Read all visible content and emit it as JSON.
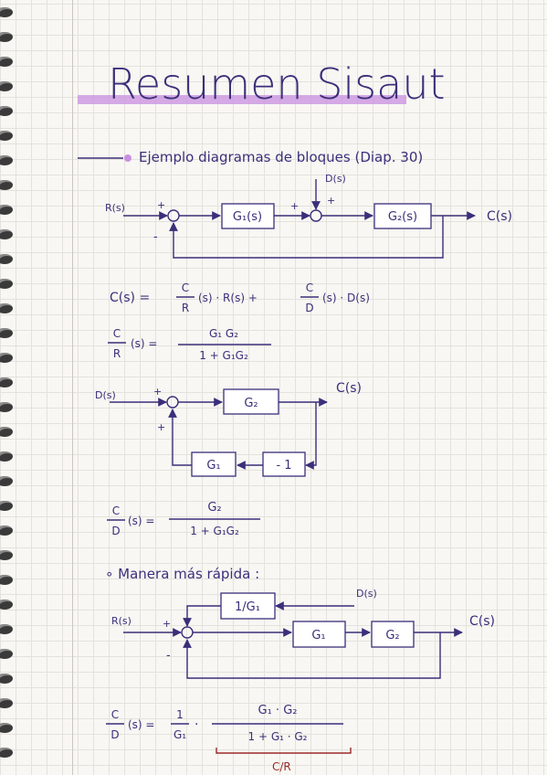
{
  "title": "Resumen Sisaut",
  "section_heading": "Ejemplo diagramas de bloques (Diap. 30)",
  "diagram1": {
    "input": "R(s)",
    "disturbance": "D(s)",
    "output": "C(s)",
    "block1": "G₁(s)",
    "block2": "G₂(s)",
    "sign_plus_1": "+",
    "sign_minus_1": "-",
    "sign_plus_2": "+",
    "sign_plus_3": "+"
  },
  "eq1": {
    "lhs": "C(s) =",
    "t1_num": "C",
    "t1_den": "R",
    "t1_rest": "(s) · R(s)  +",
    "t2_num": "C",
    "t2_den": "D",
    "t2_rest": "(s) · D(s)"
  },
  "eq2": {
    "num": "C",
    "den": "R",
    "lhs_rest": "(s) =",
    "rhs_num": "G₁ G₂",
    "rhs_den": "1 + G₁G₂"
  },
  "diagram2": {
    "input": "D(s)",
    "output": "C(s)",
    "block_forward": "G₂",
    "block_g1": "G₁",
    "block_neg": "- 1",
    "sign_plus_1": "+",
    "sign_plus_2": "+"
  },
  "eq3": {
    "num": "C",
    "den": "D",
    "lhs_rest": "(s) =",
    "rhs_num": "G₂",
    "rhs_den": "1 + G₁G₂"
  },
  "faster_heading": "∘ Manera más rápida :",
  "diagram3": {
    "input": "R(s)",
    "disturbance": "D(s)",
    "output": "C(s)",
    "block_inv": "1/G₁",
    "block1": "G₁",
    "block2": "G₂",
    "sign_plus": "+",
    "sign_minus": "-"
  },
  "eq4": {
    "num": "C",
    "den": "D",
    "lhs_rest": "(s) =",
    "f_num": "1",
    "f_den": "G₁",
    "dot": "·",
    "rhs_num": "G₁ · G₂",
    "rhs_den": "1 + G₁ · G₂",
    "brace_label": "C/R"
  },
  "colors": {
    "ink": "#3a2f7a",
    "title_highlight": "#c98fe0",
    "brace": "#9a2a2a"
  }
}
